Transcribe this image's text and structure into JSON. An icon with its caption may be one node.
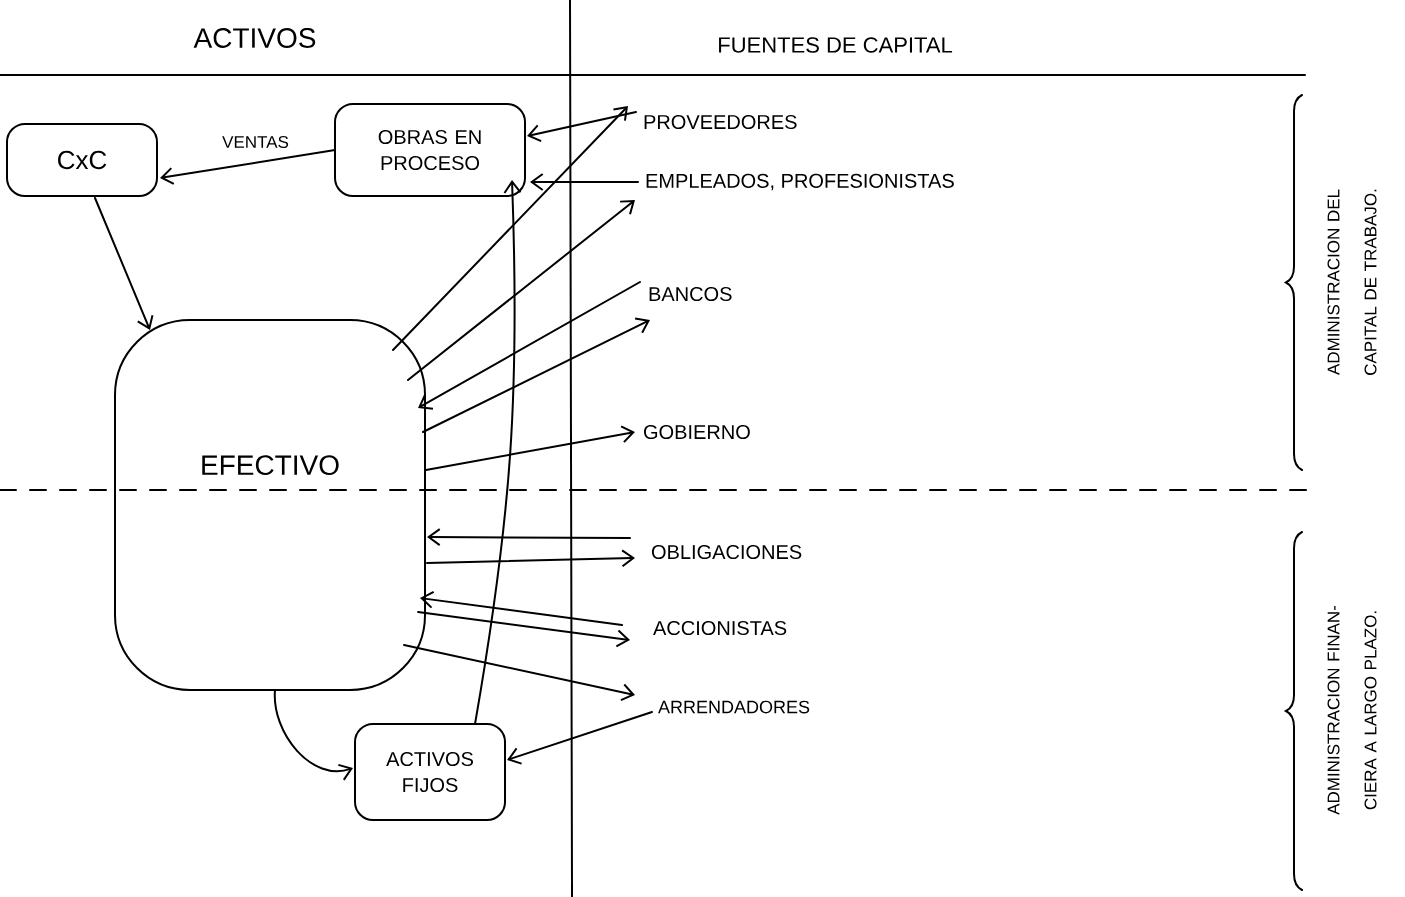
{
  "diagram": {
    "nodes": [
      {
        "text": [
          "CxC"
        ]
      },
      {
        "text": [
          "OBRAS EN PROCESO"
        ]
      },
      {
        "text": [
          "EFECTIVO"
        ]
      },
      {
        "text": [
          "ACTIVOS FIJOS"
        ]
      },
      {
        "text": [
          "PROVEEDORES"
        ]
      },
      {
        "text": [
          "EMPLEADOS, PROFESIONISTAS"
        ]
      },
      {
        "text": [
          "BANCOS"
        ]
      },
      {
        "text": [
          "GOBIERNO"
        ]
      },
      {
        "text": [
          "OBLIGACIONES"
        ]
      },
      {
        "text": [
          "ACCIONISTAS"
        ]
      },
      {
        "text": [
          "ARRENDADORES"
        ]
      }
    ],
    "edges": [
      {
        "from": 1,
        "to": 0,
        "arrow": "to",
        "label": "VENTAS"
      },
      {
        "from": 0,
        "to": 2,
        "arrow": "to"
      },
      {
        "from": 4,
        "to": 1,
        "arrow": "to"
      },
      {
        "from": 5,
        "to": 1,
        "arrow": "to"
      },
      {
        "from": 2,
        "to": 4,
        "arrow": "to"
      },
      {
        "from": 2,
        "to": 5,
        "arrow": "to"
      },
      {
        "from": 6,
        "to": 2,
        "arrow": "to"
      },
      {
        "from": 2,
        "to": 6,
        "arrow": "to"
      },
      {
        "from": 2,
        "to": 7,
        "arrow": "to"
      },
      {
        "from": 8,
        "to": 2,
        "arrow": "to"
      },
      {
        "from": 2,
        "to": 8,
        "arrow": "to"
      },
      {
        "from": 9,
        "to": 2,
        "arrow": "to"
      },
      {
        "from": 2,
        "to": 9,
        "arrow": "to"
      },
      {
        "from": 2,
        "to": 10,
        "arrow": "to"
      },
      {
        "from": 2,
        "to": 3,
        "arrow": "to"
      },
      {
        "from": 10,
        "to": 3,
        "arrow": "to"
      },
      {
        "from": 3,
        "to": 1,
        "arrow": "to"
      }
    ],
    "labels": [
      "ACTIVOS",
      "FUENTES DE CAPITAL",
      "ADMINISTRACION DEL CAPITAL DE TRABAJO.",
      "ADMINISTRACION FINAN- CIERA A LARGO PLAZO."
    ]
  }
}
